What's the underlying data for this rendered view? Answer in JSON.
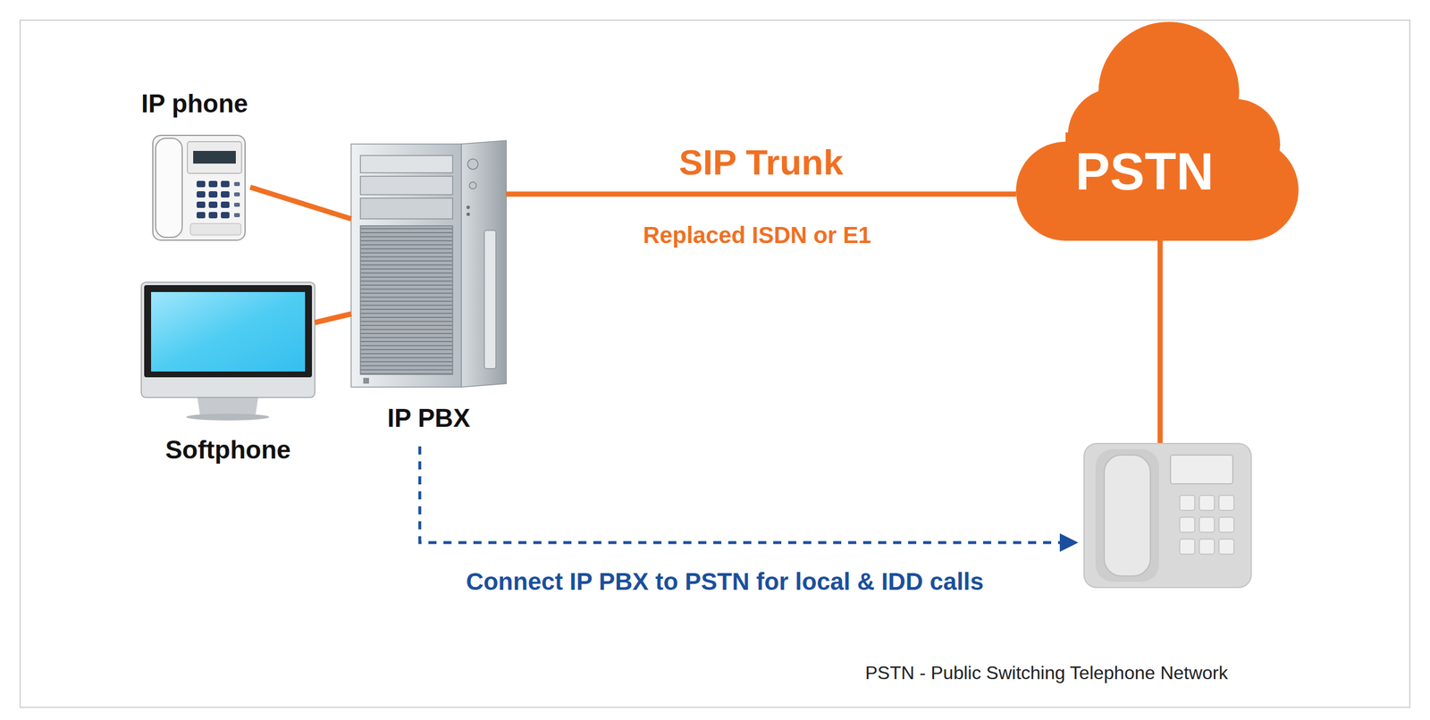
{
  "diagram": {
    "nodes": [
      {
        "text": [
          "IP phone"
        ]
      },
      {
        "text": [
          "Softphone"
        ]
      },
      {
        "text": [
          "IP PBX"
        ]
      },
      {
        "text": [
          "PSTN"
        ]
      }
    ],
    "edges": [
      {
        "from": 0,
        "to": 2,
        "arrow": "none"
      },
      {
        "from": 1,
        "to": 2,
        "arrow": "none"
      },
      {
        "from": 2,
        "to": 3,
        "label": "SIP Trunk",
        "arrow": "none"
      }
    ],
    "labels": [
      "Replaced ISDN or E1",
      "Connect IP PBX to PSTN for local & IDD calls",
      "PSTN - Public Switching Telephone Network"
    ]
  }
}
